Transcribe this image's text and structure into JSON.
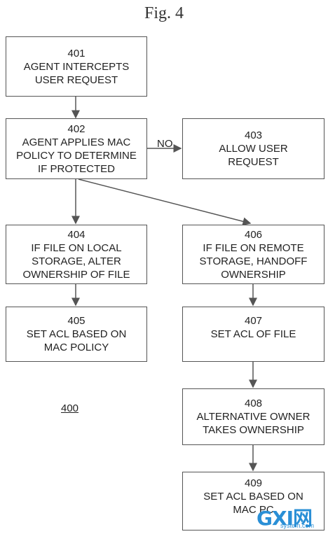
{
  "figure": {
    "title": "Fig. 4",
    "reference": "400"
  },
  "boxes": {
    "b401": {
      "number": "401",
      "text": "AGENT INTERCEPTS\nUSER REQUEST"
    },
    "b402": {
      "number": "402",
      "text": "AGENT APPLIES MAC\nPOLICY TO DETERMINE\nIF PROTECTED"
    },
    "b403": {
      "number": "403",
      "text": "ALLOW USER\nREQUEST"
    },
    "b404": {
      "number": "404",
      "text": "IF FILE ON LOCAL\nSTORAGE, ALTER\nOWNERSHIP OF FILE"
    },
    "b405": {
      "number": "405",
      "text": "SET ACL BASED ON\nMAC POLICY"
    },
    "b406": {
      "number": "406",
      "text": "IF FILE ON REMOTE\nSTORAGE, HANDOFF\nOWNERSHIP"
    },
    "b407": {
      "number": "407",
      "text": "SET ACL OF FILE"
    },
    "b408": {
      "number": "408",
      "text": "ALTERNATIVE OWNER\nTAKES OWNERSHIP"
    },
    "b409": {
      "number": "409",
      "text": "SET ACL BASED ON\nMAC PC"
    }
  },
  "edges": {
    "no_label": "NO"
  },
  "watermark": {
    "logo": "GXI网",
    "sub": "system.com"
  }
}
